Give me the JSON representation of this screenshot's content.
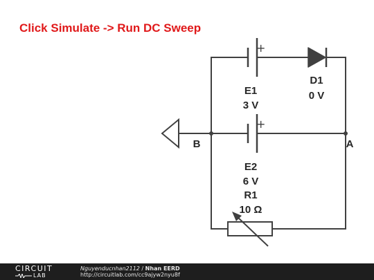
{
  "instruction": "Click Simulate -> Run DC Sweep",
  "colors": {
    "instruction": "#e0191a",
    "wire": "#404040",
    "footer_bg": "#1e1e1e"
  },
  "components": {
    "e1": {
      "name": "E1",
      "value": "3 V",
      "polarity": "+"
    },
    "e2": {
      "name": "E2",
      "value": "6 V",
      "polarity": "+"
    },
    "d1": {
      "name": "D1",
      "value": "0 V"
    },
    "r1": {
      "name": "R1",
      "value": "10 Ω"
    }
  },
  "nodes": {
    "a": "A",
    "b": "B"
  },
  "footer": {
    "logo_top": "CIRCUIT",
    "logo_bottom": "LAB",
    "user": "Nguyenducnhan2112",
    "separator": " / ",
    "org": "Nhan EERD",
    "url": "http://circuitlab.com/cc9ajyw2nyu8f"
  }
}
